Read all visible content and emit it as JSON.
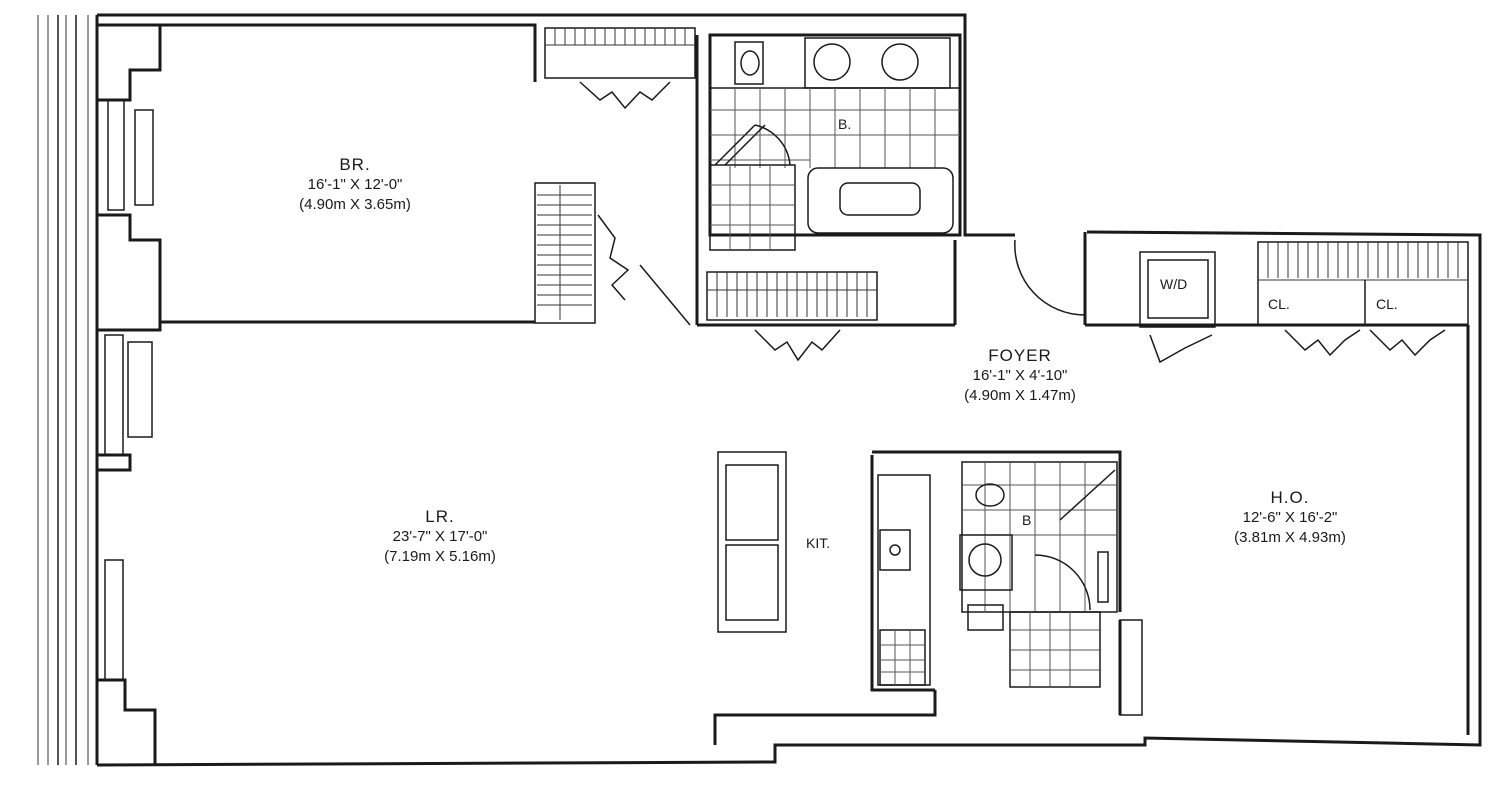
{
  "rooms": {
    "br": {
      "name": "BR.",
      "dims_imperial": "16'-1\" X 12'-0\"",
      "dims_metric": "(4.90m X 3.65m)"
    },
    "foyer": {
      "name": "FOYER",
      "dims_imperial": "16'-1\" X 4'-10\"",
      "dims_metric": "(4.90m X 1.47m)"
    },
    "lr": {
      "name": "LR.",
      "dims_imperial": "23'-7\" X 17'-0\"",
      "dims_metric": "(7.19m X 5.16m)"
    },
    "ho": {
      "name": "H.O.",
      "dims_imperial": "12'-6\" X 16'-2\"",
      "dims_metric": "(3.81m X 4.93m)"
    }
  },
  "fixtures": {
    "kitchen": "KIT.",
    "bath_main": "B.",
    "bath_half": "B",
    "washer_dryer": "W/D",
    "closet_1": "CL.",
    "closet_2": "CL."
  }
}
